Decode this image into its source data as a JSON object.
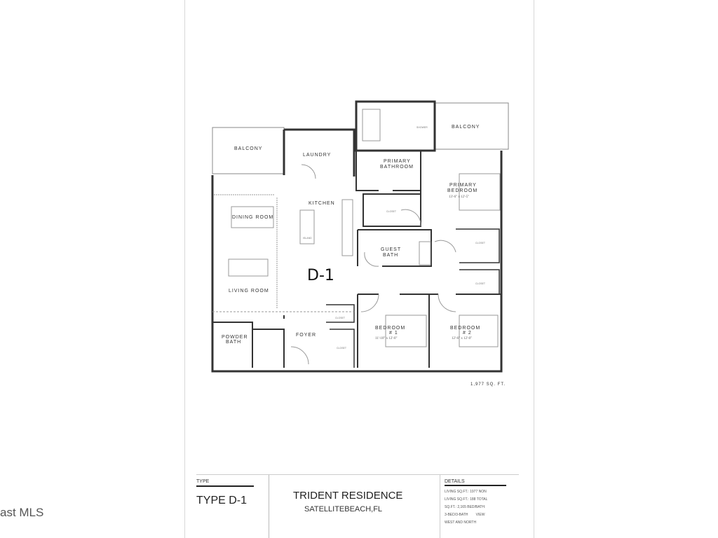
{
  "watermark": "ast MLS",
  "plan": {
    "unit_label": "D-1",
    "total_sqft": "1,977 SQ. FT.",
    "rooms": {
      "balcony_left": "BALCONY",
      "balcony_right": "BALCONY",
      "laundry": "LAUNDRY",
      "kitchen": "KITCHEN",
      "dining_room": "DINING ROOM",
      "living_room": "LIVING ROOM",
      "primary_bathroom_1": "PRIMARY",
      "primary_bathroom_2": "BATHROOM",
      "primary_bedroom_1": "PRIMARY",
      "primary_bedroom_2": "BEDROOM",
      "primary_bedroom_dim": "13'-6\" x 12'-5\"",
      "guest_bath_1": "GUEST",
      "guest_bath_2": "BATH",
      "bedroom1_1": "BEDROOM",
      "bedroom1_2": "# 1",
      "bedroom1_dim": "11'-10\" x 12'-0\"",
      "bedroom2_1": "BEDROOM",
      "bedroom2_2": "# 2",
      "bedroom2_dim": "12'-6\" x 12'-0\"",
      "powder_bath_1": "POWDER",
      "powder_bath_2": "BATH",
      "foyer": "FOYER",
      "closet": "CLOSET",
      "shower": "SHOWER",
      "island": "ISLAND"
    }
  },
  "title_block": {
    "type_header": "TYPE",
    "type_value": "TYPE D-1",
    "project": "TRIDENT RESIDENCE",
    "location": "SATELLITEBEACH,FL",
    "details_header": "DETAILS",
    "details": [
      "LIVING SQ.FT.: 1977 NON",
      "LIVING SQ.FT.: 188 TOTAL",
      "SQ.FT.: 2,165 BED/BATH:",
      "3-BED/3-BATH        VIEW",
      "WEST AND NORTH"
    ]
  }
}
